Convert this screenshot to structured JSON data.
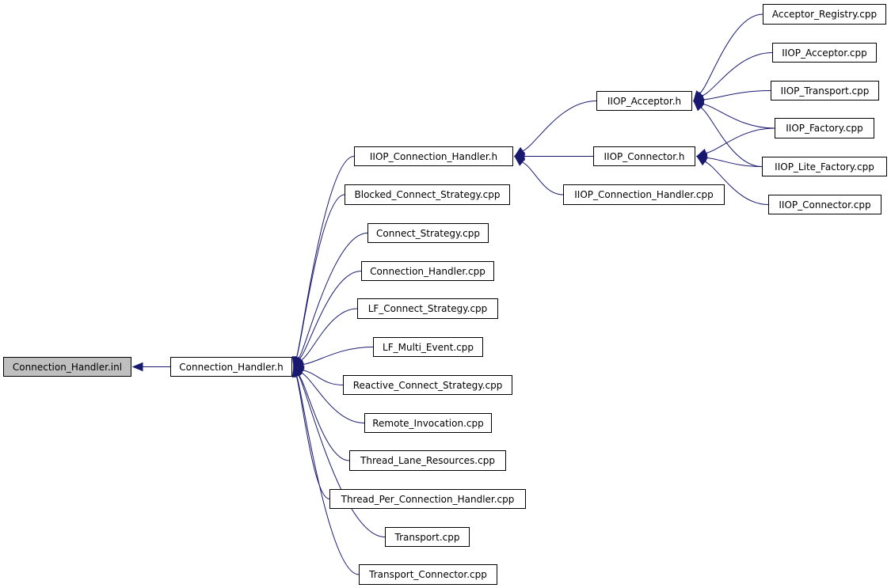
{
  "graph": {
    "edge_color": "#191970",
    "current_fill": "#bfbfbf",
    "nodes": {
      "conn_handler_inl": {
        "label": "Connection_Handler.inl",
        "current": true
      },
      "conn_handler_h": {
        "label": "Connection_Handler.h"
      },
      "iiop_conn_handler_h": {
        "label": "IIOP_Connection_Handler.h"
      },
      "blocked_connect_strategy_cpp": {
        "label": "Blocked_Connect_Strategy.cpp"
      },
      "connect_strategy_cpp": {
        "label": "Connect_Strategy.cpp"
      },
      "conn_handler_cpp": {
        "label": "Connection_Handler.cpp"
      },
      "lf_connect_strategy_cpp": {
        "label": "LF_Connect_Strategy.cpp"
      },
      "lf_multi_event_cpp": {
        "label": "LF_Multi_Event.cpp"
      },
      "reactive_connect_strategy_cpp": {
        "label": "Reactive_Connect_Strategy.cpp"
      },
      "remote_invocation_cpp": {
        "label": "Remote_Invocation.cpp"
      },
      "thread_lane_resources_cpp": {
        "label": "Thread_Lane_Resources.cpp"
      },
      "thread_per_conn_handler_cpp": {
        "label": "Thread_Per_Connection_Handler.cpp"
      },
      "transport_cpp": {
        "label": "Transport.cpp"
      },
      "transport_connector_cpp": {
        "label": "Transport_Connector.cpp"
      },
      "iiop_acceptor_h": {
        "label": "IIOP_Acceptor.h"
      },
      "iiop_connector_h": {
        "label": "IIOP_Connector.h"
      },
      "iiop_conn_handler_cpp": {
        "label": "IIOP_Connection_Handler.cpp"
      },
      "acceptor_registry_cpp": {
        "label": "Acceptor_Registry.cpp"
      },
      "iiop_acceptor_cpp": {
        "label": "IIOP_Acceptor.cpp"
      },
      "iiop_transport_cpp": {
        "label": "IIOP_Transport.cpp"
      },
      "iiop_factory_cpp": {
        "label": "IIOP_Factory.cpp"
      },
      "iiop_lite_factory_cpp": {
        "label": "IIOP_Lite_Factory.cpp"
      },
      "iiop_connector_cpp": {
        "label": "IIOP_Connector.cpp"
      }
    },
    "edges": [
      [
        "conn_handler_h",
        "conn_handler_inl"
      ],
      [
        "iiop_conn_handler_h",
        "conn_handler_h"
      ],
      [
        "blocked_connect_strategy_cpp",
        "conn_handler_h"
      ],
      [
        "connect_strategy_cpp",
        "conn_handler_h"
      ],
      [
        "conn_handler_cpp",
        "conn_handler_h"
      ],
      [
        "lf_connect_strategy_cpp",
        "conn_handler_h"
      ],
      [
        "lf_multi_event_cpp",
        "conn_handler_h"
      ],
      [
        "reactive_connect_strategy_cpp",
        "conn_handler_h"
      ],
      [
        "remote_invocation_cpp",
        "conn_handler_h"
      ],
      [
        "thread_lane_resources_cpp",
        "conn_handler_h"
      ],
      [
        "thread_per_conn_handler_cpp",
        "conn_handler_h"
      ],
      [
        "transport_cpp",
        "conn_handler_h"
      ],
      [
        "transport_connector_cpp",
        "conn_handler_h"
      ],
      [
        "iiop_acceptor_h",
        "iiop_conn_handler_h"
      ],
      [
        "iiop_connector_h",
        "iiop_conn_handler_h"
      ],
      [
        "iiop_conn_handler_cpp",
        "iiop_conn_handler_h"
      ],
      [
        "acceptor_registry_cpp",
        "iiop_acceptor_h"
      ],
      [
        "iiop_acceptor_cpp",
        "iiop_acceptor_h"
      ],
      [
        "iiop_transport_cpp",
        "iiop_acceptor_h"
      ],
      [
        "iiop_factory_cpp",
        "iiop_acceptor_h"
      ],
      [
        "iiop_lite_factory_cpp",
        "iiop_acceptor_h"
      ],
      [
        "iiop_factory_cpp",
        "iiop_connector_h"
      ],
      [
        "iiop_lite_factory_cpp",
        "iiop_connector_h"
      ],
      [
        "iiop_connector_cpp",
        "iiop_connector_h"
      ]
    ]
  }
}
